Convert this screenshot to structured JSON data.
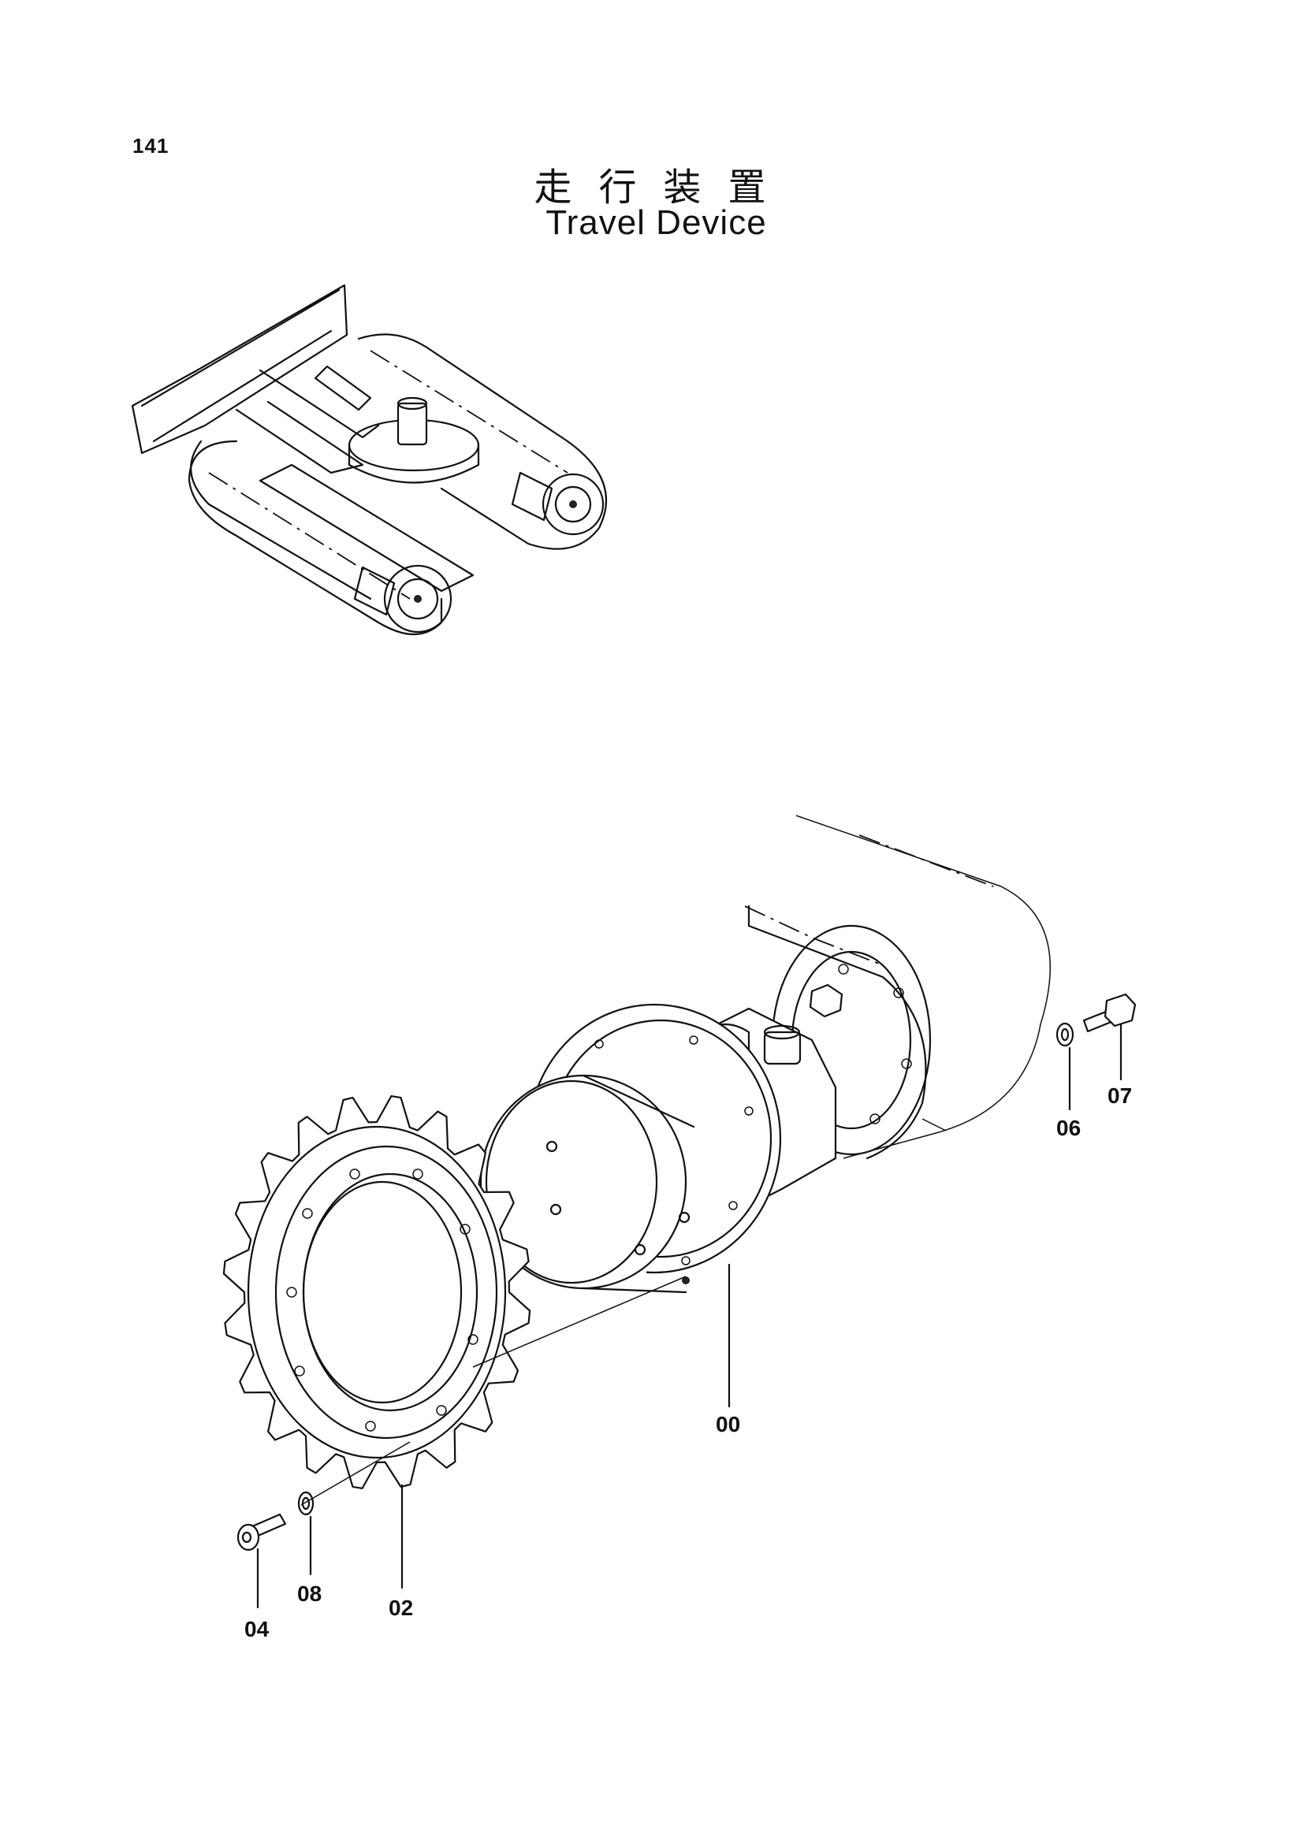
{
  "page": {
    "number": "141"
  },
  "title": {
    "jp": "走行装置",
    "en": "Travel Device"
  },
  "callouts": [
    {
      "id": "00",
      "label": "00"
    },
    {
      "id": "02",
      "label": "02"
    },
    {
      "id": "04",
      "label": "04"
    },
    {
      "id": "06",
      "label": "06"
    },
    {
      "id": "07",
      "label": "07"
    },
    {
      "id": "08",
      "label": "08"
    }
  ]
}
